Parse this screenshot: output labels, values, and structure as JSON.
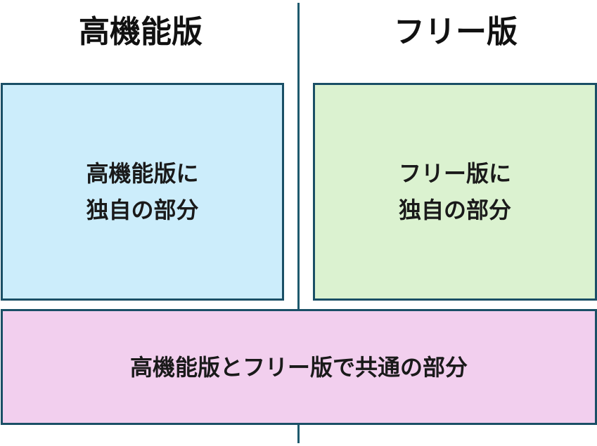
{
  "headings": {
    "left": "高機能版",
    "right": "フリー版"
  },
  "boxes": {
    "pro": {
      "line1": "高機能版に",
      "line2": "独自の部分",
      "color": "#ccedfb"
    },
    "free": {
      "line1": "フリー版に",
      "line2": "独自の部分",
      "color": "#dbf2d0"
    },
    "common": {
      "label": "高機能版とフリー版で共通の部分",
      "color": "#f2cfee"
    }
  },
  "colors": {
    "border": "#1a4f66",
    "divider": "#1e5a6e"
  }
}
